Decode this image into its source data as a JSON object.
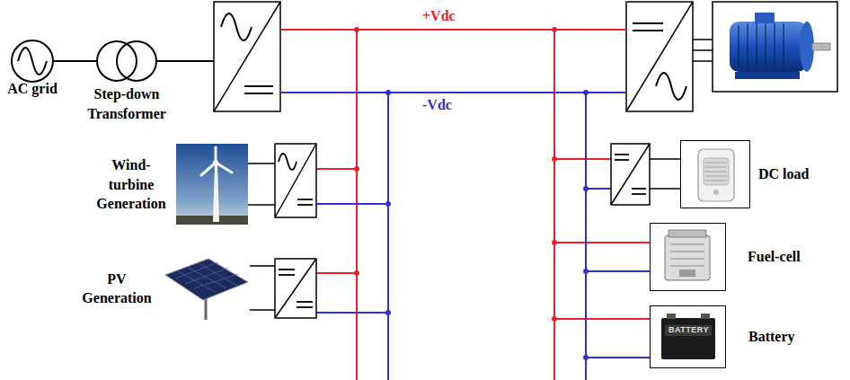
{
  "diagram": {
    "nodes": [
      {
        "text": [
          "AC grid"
        ]
      },
      {
        "text": [
          "Step-down Transformer"
        ]
      },
      {
        "text": [
          "Wind-turbine Generation"
        ]
      },
      {
        "text": [
          "PV Generation"
        ]
      },
      {
        "text": [
          "DC load"
        ]
      },
      {
        "text": [
          "Fuel-cell"
        ]
      },
      {
        "text": [
          "Battery"
        ]
      }
    ],
    "edges": [
      {
        "from": 0,
        "to": 1,
        "arrow": "none"
      }
    ],
    "labels": [
      "+Vdc",
      "-Vdc",
      "BATTERY"
    ]
  }
}
